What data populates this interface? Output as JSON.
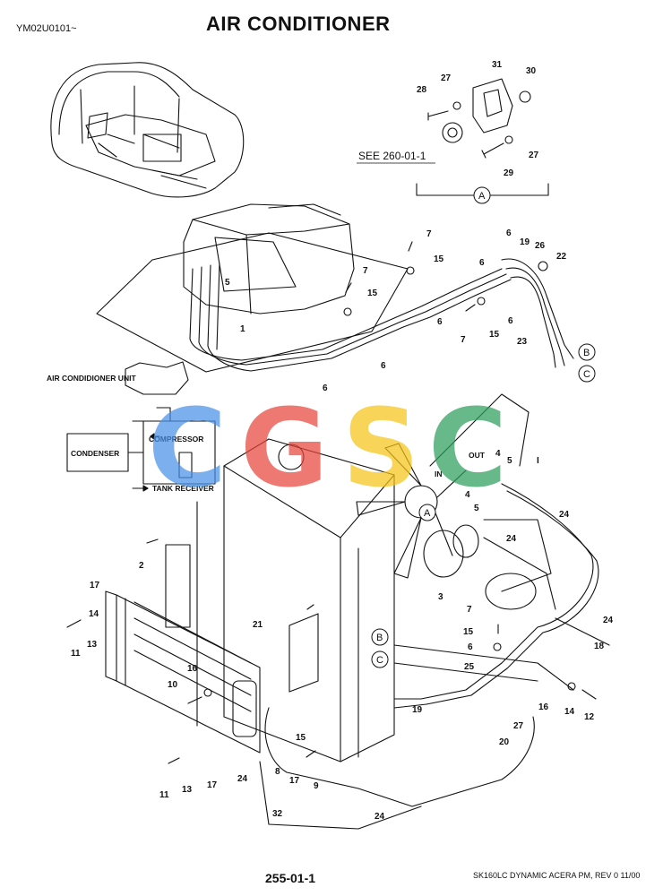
{
  "header": {
    "code": "YM02U0101~",
    "title": "AIR CONDITIONER"
  },
  "footer": {
    "page": "255-01-1",
    "note": "SK160LC DYNAMIC ACERA PM,  REV 0 11/00"
  },
  "see_reference": "SEE 260-01-1",
  "circle_labels": {
    "a": "A",
    "b": "B",
    "c": "C"
  },
  "schematic": {
    "unit": "AIR CONDIDIONER UNIT",
    "compressor": "COMPRESSOR",
    "condenser": "CONDENSER",
    "tank_receiver": "TANK RECEIVER"
  },
  "port_labels": {
    "in": "IN",
    "out": "OUT"
  },
  "watermark": {
    "letters": [
      "C",
      "G",
      "S",
      "C"
    ],
    "colors": [
      "#4a90e8",
      "#e8453c",
      "#f5c518",
      "#2e9e5b"
    ]
  },
  "callouts": [
    {
      "id": "c28",
      "text": "28"
    },
    {
      "id": "c27a",
      "text": "27"
    },
    {
      "id": "c31",
      "text": "31"
    },
    {
      "id": "c30",
      "text": "30"
    },
    {
      "id": "c27b",
      "text": "27"
    },
    {
      "id": "c29",
      "text": "29"
    },
    {
      "id": "c7a",
      "text": "7"
    },
    {
      "id": "c7b",
      "text": "7"
    },
    {
      "id": "c15a",
      "text": "15"
    },
    {
      "id": "c15b",
      "text": "15"
    },
    {
      "id": "c5a",
      "text": "5"
    },
    {
      "id": "c1",
      "text": "1"
    },
    {
      "id": "c6a",
      "text": "6"
    },
    {
      "id": "c19a",
      "text": "19"
    },
    {
      "id": "c26",
      "text": "26"
    },
    {
      "id": "c22",
      "text": "22"
    },
    {
      "id": "c6b",
      "text": "6"
    },
    {
      "id": "c7c",
      "text": "7"
    },
    {
      "id": "c15c",
      "text": "15"
    },
    {
      "id": "c6c",
      "text": "6"
    },
    {
      "id": "c23",
      "text": "23"
    },
    {
      "id": "c6d",
      "text": "6"
    },
    {
      "id": "c6e",
      "text": "6"
    },
    {
      "id": "c6f",
      "text": "6"
    },
    {
      "id": "c4a",
      "text": "4"
    },
    {
      "id": "c5b",
      "text": "5"
    },
    {
      "id": "cI",
      "text": "I"
    },
    {
      "id": "c4b",
      "text": "4"
    },
    {
      "id": "c5c",
      "text": "5"
    },
    {
      "id": "c24a",
      "text": "24"
    },
    {
      "id": "c24b",
      "text": "24"
    },
    {
      "id": "c2",
      "text": "2"
    },
    {
      "id": "c3",
      "text": "3"
    },
    {
      "id": "c17a",
      "text": "17"
    },
    {
      "id": "c14a",
      "text": "14"
    },
    {
      "id": "c11a",
      "text": "11"
    },
    {
      "id": "c13a",
      "text": "13"
    },
    {
      "id": "c7d",
      "text": "7"
    },
    {
      "id": "c24c",
      "text": "24"
    },
    {
      "id": "c21",
      "text": "21"
    },
    {
      "id": "c15d",
      "text": "15"
    },
    {
      "id": "c6g",
      "text": "6"
    },
    {
      "id": "c18",
      "text": "18"
    },
    {
      "id": "c25",
      "text": "25"
    },
    {
      "id": "c16a",
      "text": "16"
    },
    {
      "id": "c10",
      "text": "10"
    },
    {
      "id": "c19b",
      "text": "19"
    },
    {
      "id": "c16b",
      "text": "16"
    },
    {
      "id": "c14b",
      "text": "14"
    },
    {
      "id": "c12",
      "text": "12"
    },
    {
      "id": "c27c",
      "text": "27"
    },
    {
      "id": "c20",
      "text": "20"
    },
    {
      "id": "c15e",
      "text": "15"
    },
    {
      "id": "c11b",
      "text": "11"
    },
    {
      "id": "c13b",
      "text": "13"
    },
    {
      "id": "c17b",
      "text": "17"
    },
    {
      "id": "c24d",
      "text": "24"
    },
    {
      "id": "c8",
      "text": "8"
    },
    {
      "id": "c17c",
      "text": "17"
    },
    {
      "id": "c9",
      "text": "9"
    },
    {
      "id": "c32",
      "text": "32"
    },
    {
      "id": "c24e",
      "text": "24"
    }
  ]
}
